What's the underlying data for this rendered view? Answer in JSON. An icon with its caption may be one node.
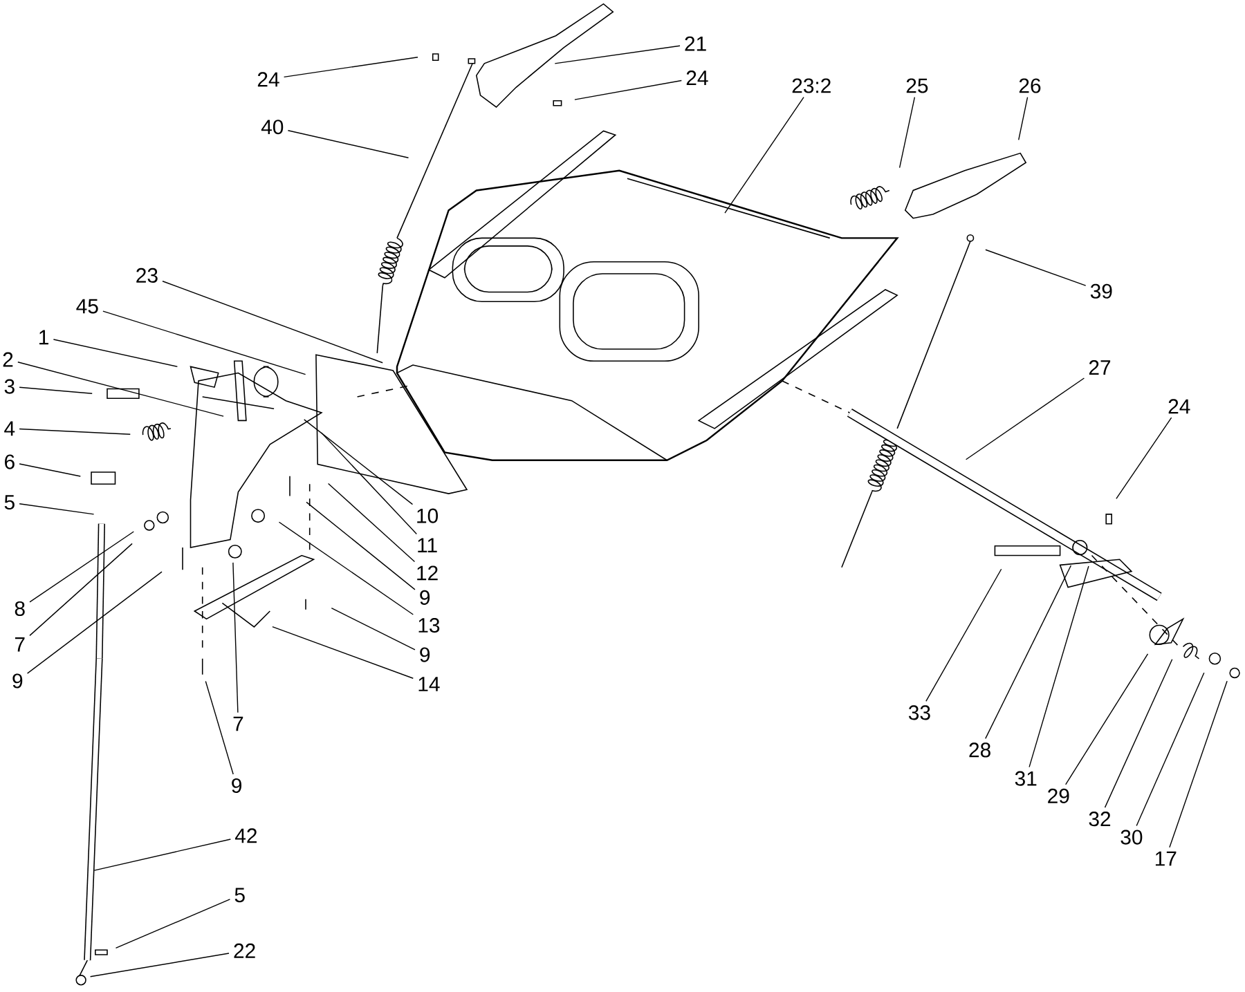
{
  "diagram": {
    "nodes": [
      {
        "text": [
          "24"
        ]
      },
      {
        "text": [
          "21"
        ]
      },
      {
        "text": [
          "24"
        ]
      },
      {
        "text": [
          "40"
        ]
      },
      {
        "text": [
          "23:2"
        ]
      },
      {
        "text": [
          "25"
        ]
      },
      {
        "text": [
          "26"
        ]
      },
      {
        "text": [
          "39"
        ]
      },
      {
        "text": [
          "23"
        ]
      },
      {
        "text": [
          "45"
        ]
      },
      {
        "text": [
          "1"
        ]
      },
      {
        "text": [
          "2"
        ]
      },
      {
        "text": [
          "3"
        ]
      },
      {
        "text": [
          "4"
        ]
      },
      {
        "text": [
          "6"
        ]
      },
      {
        "text": [
          "5"
        ]
      },
      {
        "text": [
          "8"
        ]
      },
      {
        "text": [
          "7"
        ]
      },
      {
        "text": [
          "9"
        ]
      },
      {
        "text": [
          "10"
        ]
      },
      {
        "text": [
          "11"
        ]
      },
      {
        "text": [
          "12"
        ]
      },
      {
        "text": [
          "9"
        ]
      },
      {
        "text": [
          "13"
        ]
      },
      {
        "text": [
          "9"
        ]
      },
      {
        "text": [
          "14"
        ]
      },
      {
        "text": [
          "7"
        ]
      },
      {
        "text": [
          "9"
        ]
      },
      {
        "text": [
          "42"
        ]
      },
      {
        "text": [
          "5"
        ]
      },
      {
        "text": [
          "22"
        ]
      },
      {
        "text": [
          "27"
        ]
      },
      {
        "text": [
          "24"
        ]
      },
      {
        "text": [
          "33"
        ]
      },
      {
        "text": [
          "28"
        ]
      },
      {
        "text": [
          "31"
        ]
      },
      {
        "text": [
          "29"
        ]
      },
      {
        "text": [
          "32"
        ]
      },
      {
        "text": [
          "30"
        ]
      },
      {
        "text": [
          "17"
        ]
      }
    ],
    "edges": [
      {
        "from": 0,
        "to": null,
        "arrow": "none"
      },
      {
        "from": 1,
        "to": null,
        "arrow": "none"
      },
      {
        "from": 2,
        "to": null,
        "arrow": "none"
      },
      {
        "from": 3,
        "to": null,
        "arrow": "none"
      },
      {
        "from": 4,
        "to": null,
        "arrow": "none"
      },
      {
        "from": 5,
        "to": null,
        "arrow": "none"
      },
      {
        "from": 6,
        "to": null,
        "arrow": "none"
      },
      {
        "from": 7,
        "to": null,
        "arrow": "none"
      },
      {
        "from": 8,
        "to": null,
        "arrow": "none"
      },
      {
        "from": 9,
        "to": null,
        "arrow": "none"
      },
      {
        "from": 10,
        "to": null,
        "arrow": "none"
      },
      {
        "from": 11,
        "to": null,
        "arrow": "none"
      },
      {
        "from": 12,
        "to": null,
        "arrow": "none"
      },
      {
        "from": 13,
        "to": null,
        "arrow": "none"
      },
      {
        "from": 14,
        "to": null,
        "arrow": "none"
      },
      {
        "from": 15,
        "to": null,
        "arrow": "none"
      },
      {
        "from": 16,
        "to": null,
        "arrow": "none"
      },
      {
        "from": 17,
        "to": null,
        "arrow": "none"
      },
      {
        "from": 18,
        "to": null,
        "arrow": "none"
      },
      {
        "from": 19,
        "to": null,
        "arrow": "none"
      },
      {
        "from": 20,
        "to": null,
        "arrow": "none"
      },
      {
        "from": 21,
        "to": null,
        "arrow": "none"
      },
      {
        "from": 22,
        "to": null,
        "arrow": "none"
      },
      {
        "from": 23,
        "to": null,
        "arrow": "none"
      },
      {
        "from": 24,
        "to": null,
        "arrow": "none"
      },
      {
        "from": 25,
        "to": null,
        "arrow": "none"
      },
      {
        "from": 26,
        "to": null,
        "arrow": "none"
      },
      {
        "from": 27,
        "to": null,
        "arrow": "none"
      },
      {
        "from": 28,
        "to": null,
        "arrow": "none"
      },
      {
        "from": 29,
        "to": null,
        "arrow": "none"
      },
      {
        "from": 30,
        "to": null,
        "arrow": "none"
      },
      {
        "from": 31,
        "to": null,
        "arrow": "none"
      },
      {
        "from": 32,
        "to": null,
        "arrow": "none"
      },
      {
        "from": 33,
        "to": null,
        "arrow": "none"
      },
      {
        "from": 34,
        "to": null,
        "arrow": "none"
      },
      {
        "from": 35,
        "to": null,
        "arrow": "none"
      },
      {
        "from": 36,
        "to": null,
        "arrow": "none"
      },
      {
        "from": 37,
        "to": null,
        "arrow": "none"
      },
      {
        "from": 38,
        "to": null,
        "arrow": "none"
      },
      {
        "from": 39,
        "to": null,
        "arrow": "none"
      }
    ]
  }
}
